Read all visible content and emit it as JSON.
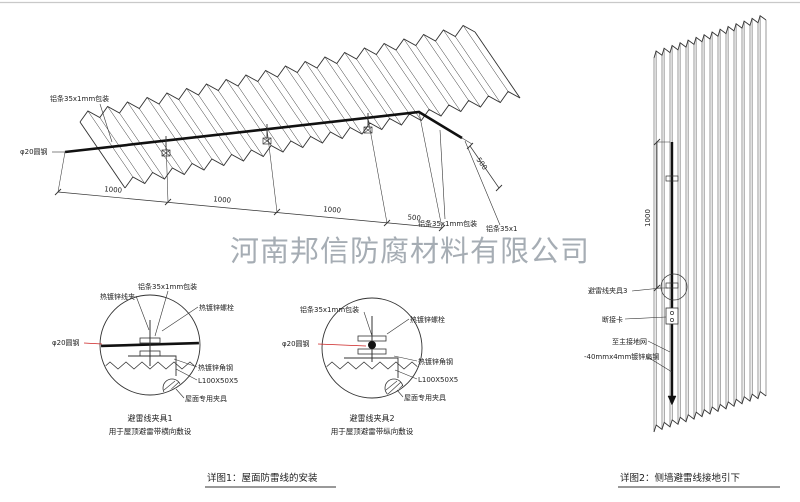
{
  "watermark": "河南邦信防腐材料有限公司",
  "main": {
    "label_alu_top": "铝条35x1mm包装",
    "label_round_steel": "φ20圆钢",
    "label_alu_bottom": "铝条35x1mm包装",
    "label_alu_right": "铝条35x1",
    "dim_1": "1000",
    "dim_2": "1000",
    "dim_3": "1000",
    "dim_4": "500",
    "dim_5": "500"
  },
  "detail1": {
    "title": "避雷线夹具1",
    "subtitle": "用于屋顶避雷带横向敷设",
    "label_wire_clamp": "热镀锌线夹",
    "label_alu": "铝条35x1mm包装",
    "label_bolt": "热镀锌螺栓",
    "label_round_steel": "φ20圆钢",
    "label_angle": "热镀锌角钢",
    "label_angle_size": "L100X50X5",
    "label_roof_clamp": "屋面专用夹具"
  },
  "detail2": {
    "title": "避雷线夹具2",
    "subtitle": "用于屋顶避雷带纵向敷设",
    "label_alu": "铝条35x1mm包装",
    "label_bolt": "热镀锌螺栓",
    "label_round_steel": "φ20圆钢",
    "label_angle": "热镀锌角钢",
    "label_angle_size": "L100X50X5",
    "label_roof_clamp": "屋面专用夹具"
  },
  "wall": {
    "dim_height": "1000",
    "label_clamp3": "避雷线夹具3",
    "label_disconnect": "断接卡",
    "label_to_ground": "至主接地网",
    "label_flat_steel": "-40mmx4mm镀锌扁钢"
  },
  "captions": {
    "detail1": "详图1：屋面防雷线的安装",
    "detail2": "详图2：侧墙避雷线接地引下"
  },
  "colors": {
    "line": "#333333",
    "red": "#cc2222",
    "watermark": "#9099a2"
  }
}
